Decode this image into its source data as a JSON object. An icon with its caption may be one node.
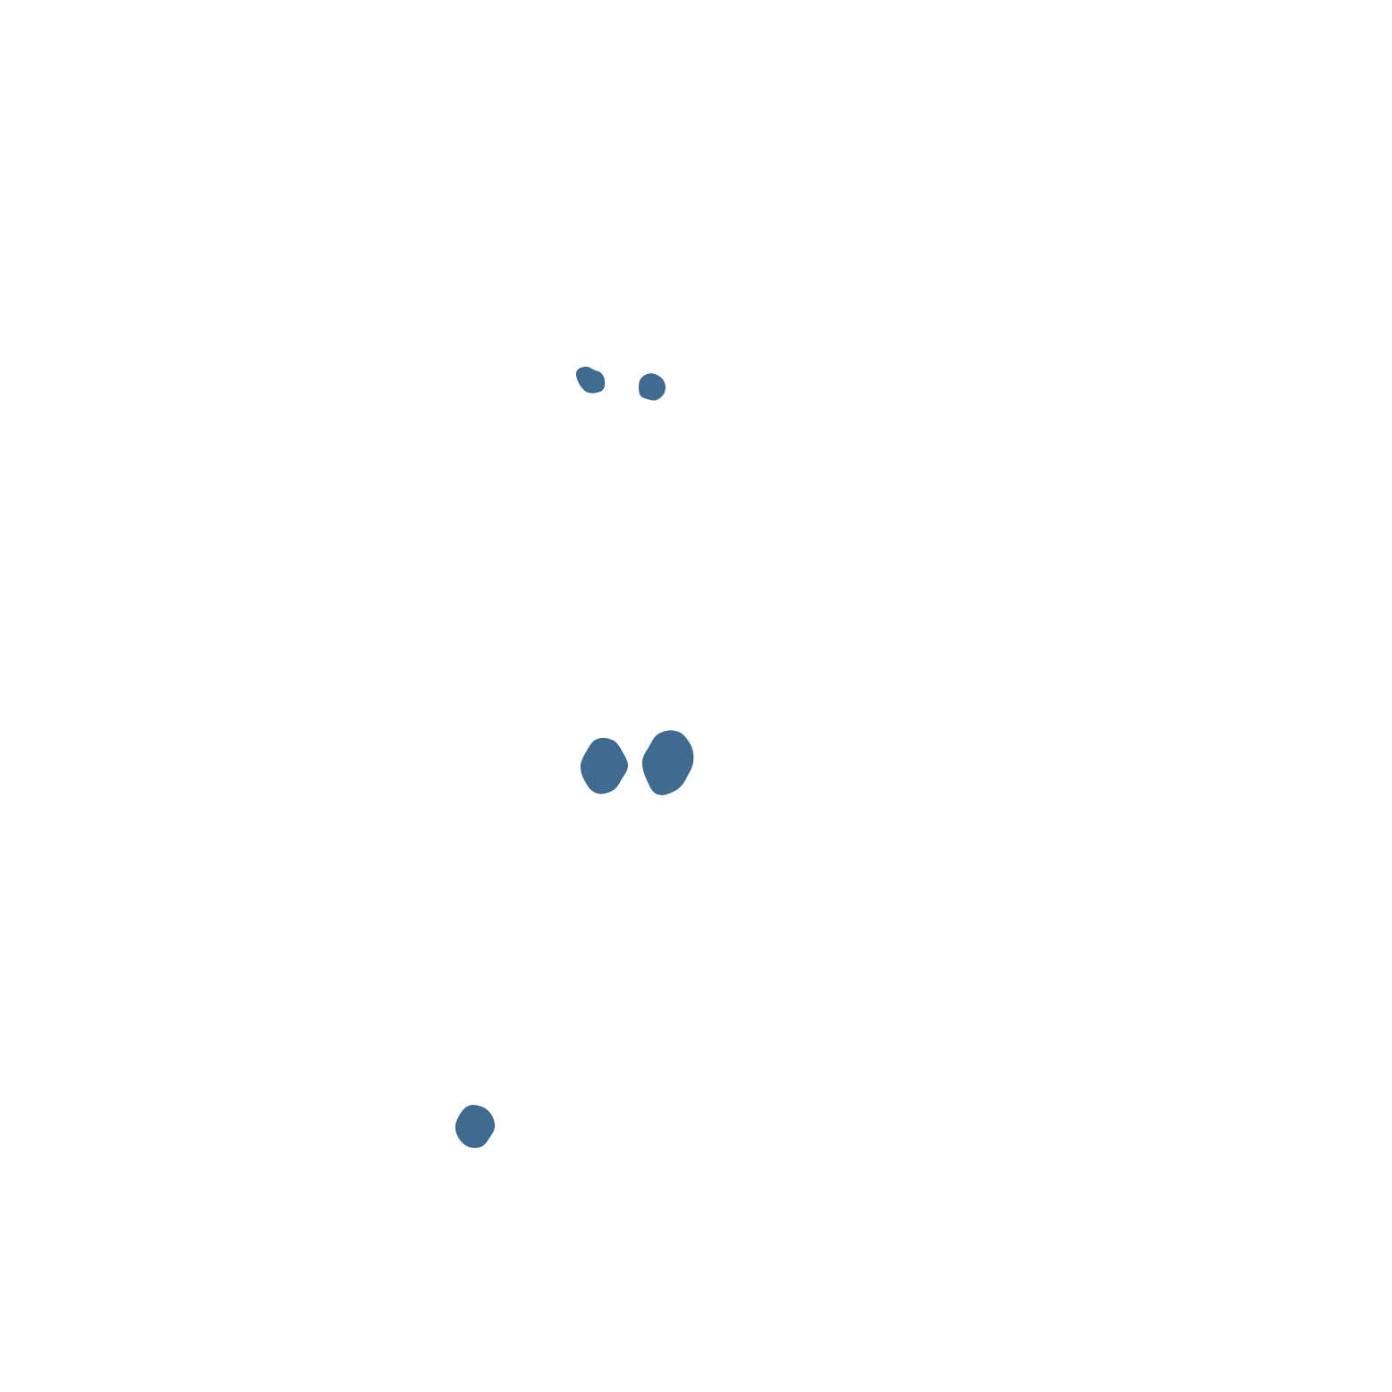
{
  "diagram": {
    "nodes": [
      {
        "text": [],
        "shape": "blob"
      },
      {
        "text": [],
        "shape": "blob"
      },
      {
        "text": [],
        "shape": "blob"
      },
      {
        "text": [],
        "shape": "blob"
      },
      {
        "text": [],
        "shape": "blob"
      }
    ]
  }
}
